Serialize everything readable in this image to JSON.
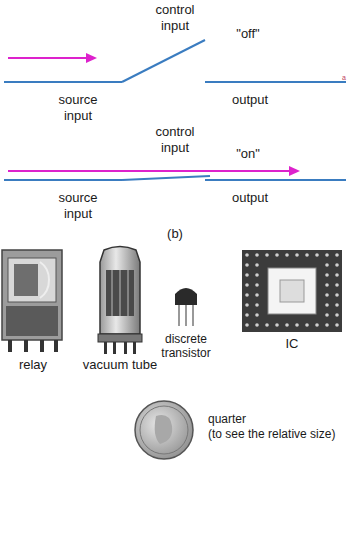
{
  "diagram": {
    "labels": [
      "control input",
      "\"off\"",
      "source input",
      "output",
      "a",
      "control input",
      "\"on\"",
      "source input",
      "output",
      "(b)",
      "relay",
      "vacuum tube",
      "discrete transistor",
      "IC",
      "quarter",
      "(to see the relative size)"
    ]
  }
}
